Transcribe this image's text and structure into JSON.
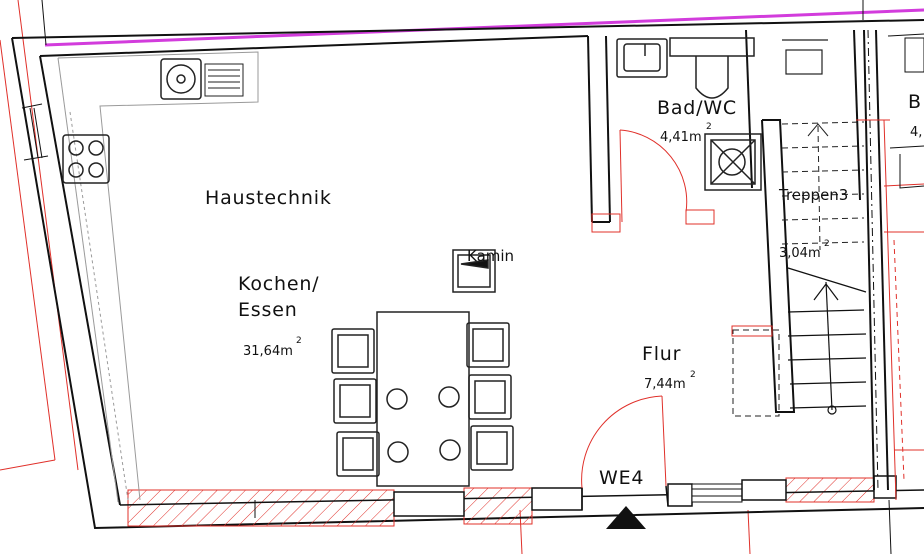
{
  "rooms": {
    "haustechnik": {
      "label": "Haustechnik"
    },
    "kochen": {
      "label_line1": "Kochen/",
      "label_line2": "Essen",
      "area": "31,64m",
      "area_sup": "2"
    },
    "bad": {
      "label": "Bad/WC",
      "area": "4,41m",
      "area_sup": "2"
    },
    "treppe": {
      "label": "Treppen3",
      "area": "3,04m",
      "area_sup": "2"
    },
    "flur": {
      "label": "Flur",
      "area": "7,44m",
      "area_sup": "2"
    },
    "neighbor": {
      "label": "B",
      "area": "4,",
      "area_sup": ""
    }
  },
  "kamin": {
    "label": "Kamin"
  },
  "unit": {
    "label": "WE4"
  },
  "colors": {
    "wall": "#111111",
    "section_red": "#e0302a",
    "boundary_magenta": "#d23cdc",
    "furniture": "#222222",
    "light_line": "#9a9a9a"
  }
}
